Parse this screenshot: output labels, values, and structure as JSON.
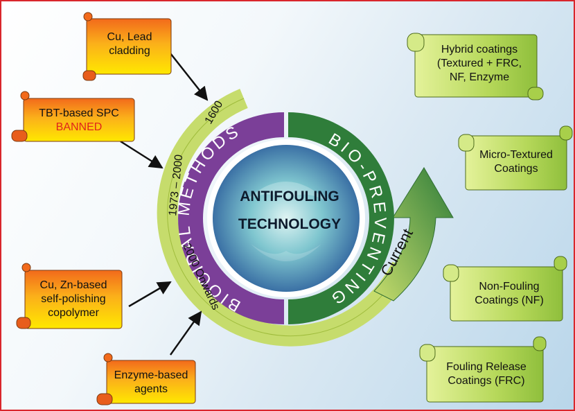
{
  "center": {
    "line1": "ANTIFOULING",
    "line2": "TECHNOLOGY"
  },
  "ring": {
    "biocidal": "BIOCIDAL METHODS",
    "biopreventing": "BIO-PREVENTING"
  },
  "timeline": {
    "t1600": "1600",
    "t1973": "1973 – 2000",
    "t2000": "2000 Onwards",
    "current": "Current"
  },
  "left_scrolls": [
    {
      "lines": [
        "Cu, Lead",
        "cladding"
      ]
    },
    {
      "lines": [
        "TBT-based SPC",
        "BANNED"
      ]
    },
    {
      "lines": [
        "Cu, Zn-based",
        "self-polishing",
        "copolymer"
      ]
    },
    {
      "lines": [
        "Enzyme-based",
        "agents"
      ]
    }
  ],
  "right_scrolls": [
    {
      "lines": [
        "Hybrid coatings",
        "(Textured + FRC,",
        "NF, Enzyme"
      ]
    },
    {
      "lines": [
        "Micro-Textured",
        "Coatings"
      ]
    },
    {
      "lines": [
        "Non-Fouling",
        "Coatings (NF)"
      ]
    },
    {
      "lines": [
        "Fouling Release",
        "Coatings (FRC)"
      ]
    }
  ],
  "colors": {
    "purple": "#7b3f98",
    "green": "#2f7d3a",
    "timeline": "#c6dc6c",
    "orange": "#f37f21",
    "yellow": "#ffe600",
    "banned": "#e0241b"
  }
}
